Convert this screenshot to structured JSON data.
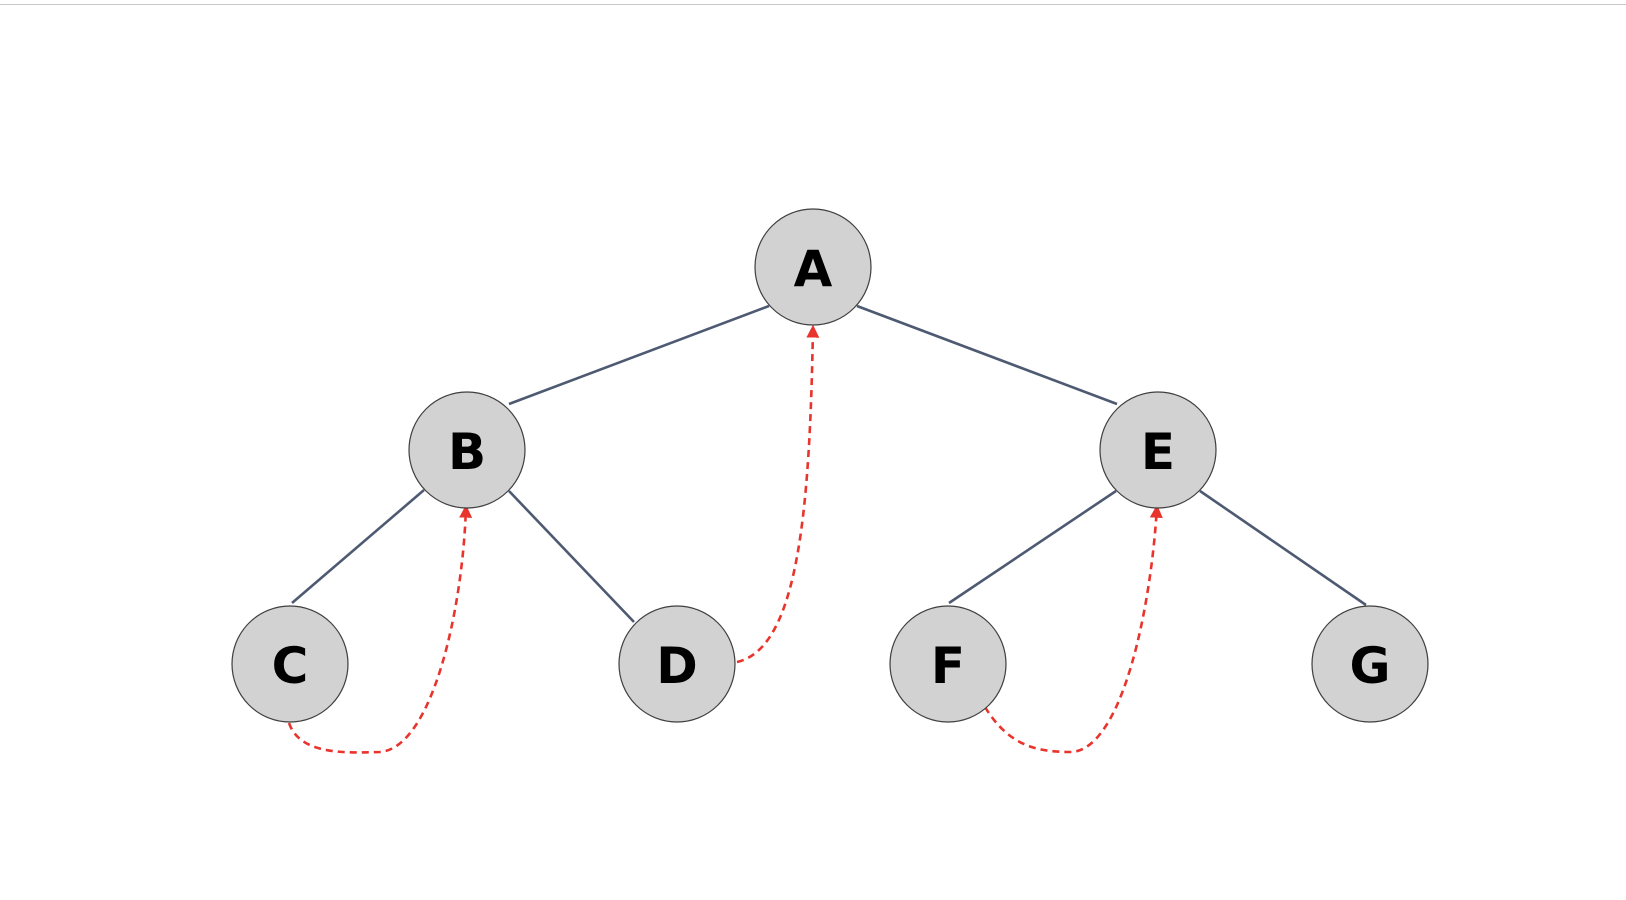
{
  "diagram": {
    "type": "binary-tree",
    "nodes": [
      {
        "id": "A",
        "label": "A"
      },
      {
        "id": "B",
        "label": "B"
      },
      {
        "id": "E",
        "label": "E"
      },
      {
        "id": "C",
        "label": "C"
      },
      {
        "id": "D",
        "label": "D"
      },
      {
        "id": "F",
        "label": "F"
      },
      {
        "id": "G",
        "label": "G"
      }
    ],
    "edges": [
      {
        "from": "A",
        "to": "B"
      },
      {
        "from": "A",
        "to": "E"
      },
      {
        "from": "B",
        "to": "C"
      },
      {
        "from": "B",
        "to": "D"
      },
      {
        "from": "E",
        "to": "F"
      },
      {
        "from": "E",
        "to": "G"
      }
    ],
    "threads": [
      {
        "from": "C",
        "to": "B"
      },
      {
        "from": "D",
        "to": "A"
      },
      {
        "from": "F",
        "to": "E"
      }
    ],
    "colors": {
      "node_fill": "#d3d2d3",
      "node_stroke": "#3f3f3f",
      "edge": "#4e5a72",
      "thread": "#e8342c",
      "label": "#000000"
    }
  }
}
